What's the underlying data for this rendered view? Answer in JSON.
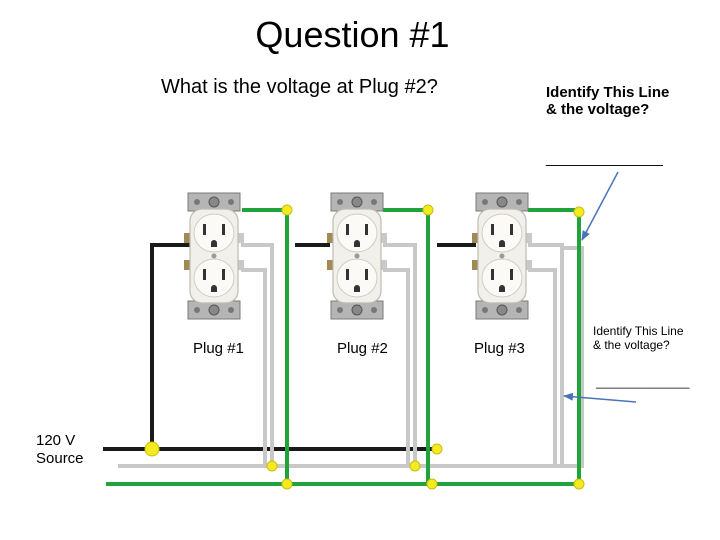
{
  "title": "Question #1",
  "question": "What is the voltage at Plug #2?",
  "annotation_top": {
    "line1": "Identify This Line",
    "line2": "& the voltage?",
    "blank": "______________"
  },
  "annotation_right": {
    "line1": "Identify This Line",
    "line2": "& the voltage?",
    "blank": "______________"
  },
  "plugs": [
    {
      "label": "Plug #1"
    },
    {
      "label": "Plug #2"
    },
    {
      "label": "Plug #3"
    }
  ],
  "source": {
    "line1": "120 V",
    "line2": "Source"
  },
  "colors": {
    "hot_wire": "#1a1a1a",
    "neutral_wire": "#c8c8c8",
    "ground_wire": "#1fa33a",
    "wire_nut": "#f3ea1f",
    "arrow": "#4a74b8",
    "outlet_body": "#f2f0ea",
    "mounting_strap": "#a9a9a9"
  },
  "icons": [
    "duplex-outlet-icon",
    "wire-nut-icon",
    "arrow-icon"
  ]
}
